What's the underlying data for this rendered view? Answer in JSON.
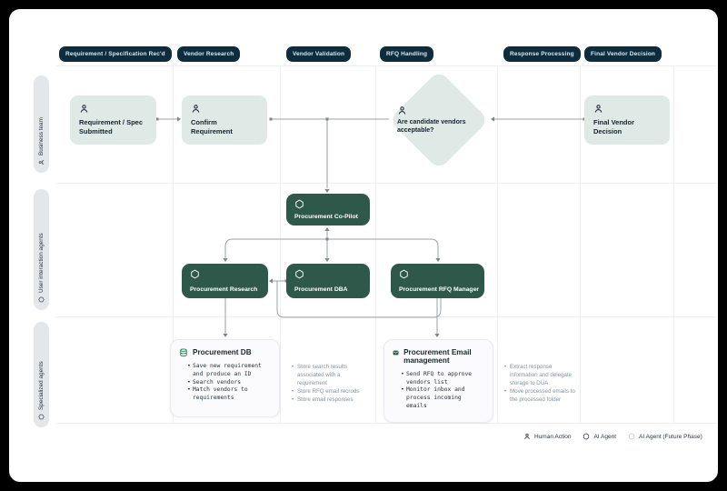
{
  "columns": [
    "Requirement / Specification Rec'd",
    "Vendor Research",
    "Vendor Validation",
    "RFQ Handling",
    "Response Processing",
    "Final Vendor Decision"
  ],
  "lanes": [
    "Business team",
    "User interaction agents",
    "Specialized agents"
  ],
  "nodes": {
    "req_spec_submitted": "Requirement / Spec Submitted",
    "confirm_requirement": "Confirm Requirement",
    "candidate_vendors_acceptable": "Are candidate vendors acceptable?",
    "final_vendor_decision": "Final Vendor Decision",
    "procurement_copilot": "Procurement Co-Pilot",
    "procurement_research": "Procurement Research",
    "procurement_dba": "Procurement DBA",
    "procurement_rfq_manager": "Procurement RFQ Manager"
  },
  "detail_cards": {
    "procurement_db": {
      "title": "Procurement DB",
      "bullets": [
        "Save new requirement and produce an ID",
        "Search vendors",
        "Match vendors to requirements"
      ]
    },
    "email_management": {
      "title": "Procurement Email management",
      "bullets": [
        "Send RFQ to approve vendors list",
        "Monitor inbox and process incoming emails"
      ]
    }
  },
  "notes": {
    "db_note": [
      "Store search results associated with a requirement",
      "Store RFQ email recrods",
      "Store email responses"
    ],
    "email_note": [
      "Extract response information and delegate storage to DUA",
      "Move processed emails to the processed folder"
    ]
  },
  "legend": {
    "human": "Human Action",
    "ai": "AI Agent",
    "ai_future": "AI Agent (Future Phase)"
  },
  "colors": {
    "header_pill": "#0d2c3d",
    "agent_green": "#2e594a",
    "human_green": "#dfe9e5",
    "lane_pill_gray": "#e4e7ea",
    "connector_gray": "#9ba1a6",
    "note_gray": "#8193a4"
  }
}
